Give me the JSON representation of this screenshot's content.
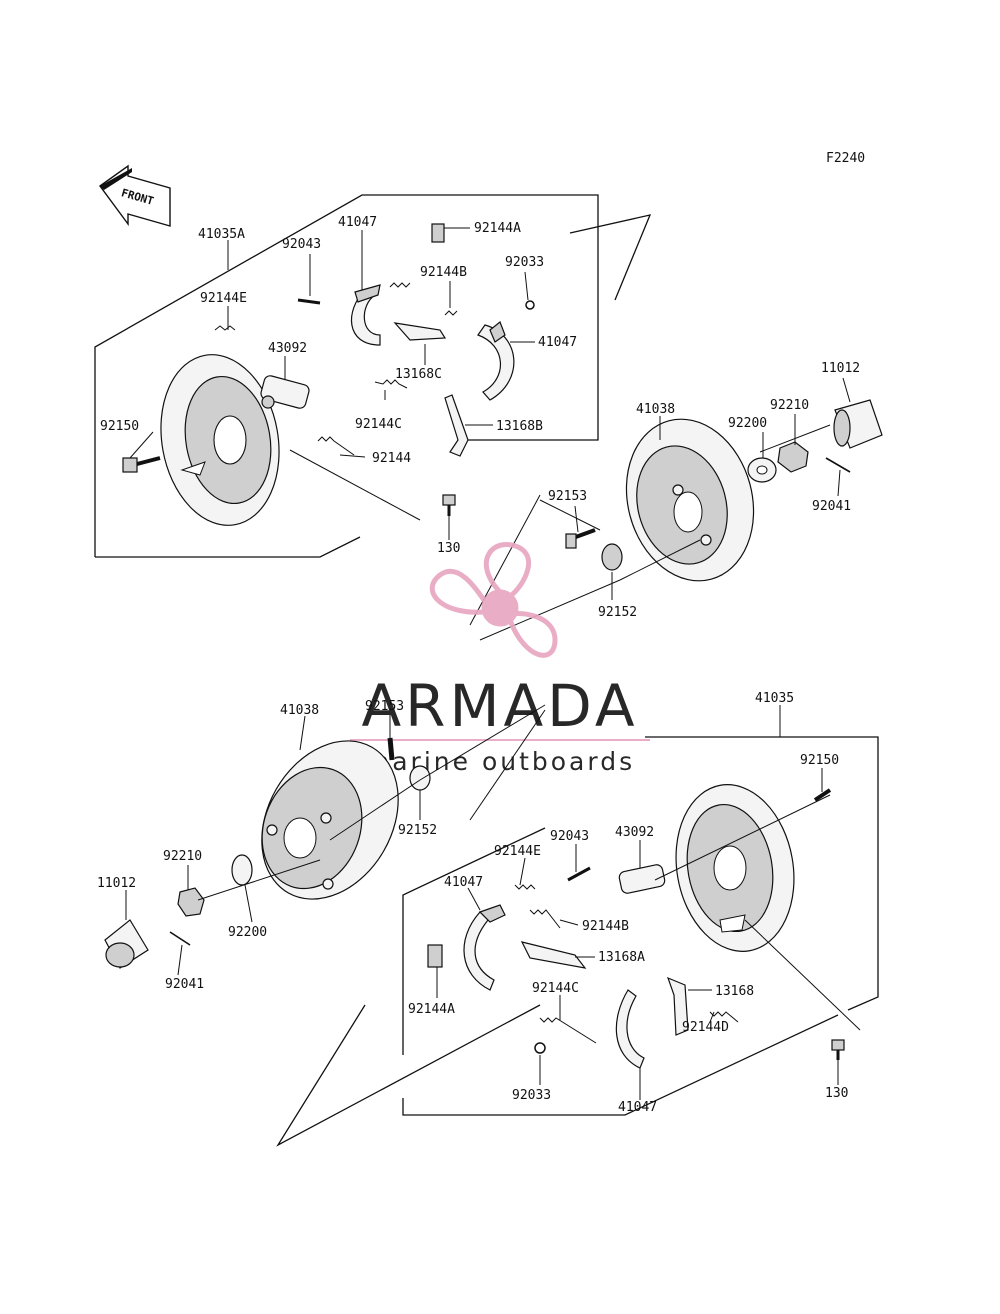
{
  "figure_code": "F2240",
  "front_label": "FRONT",
  "watermark": {
    "brand": "ARMADA",
    "tagline": "marine outboards",
    "color": "#e8a5c0",
    "text_color": "#555555"
  },
  "labels": {
    "p41035A": "41035A",
    "p41047_top": "41047",
    "p92144A_top": "92144A",
    "p92043_top": "92043",
    "p92144B_top": "92144B",
    "p92033_top": "92033",
    "p92144E_top": "92144E",
    "p43092_top": "43092",
    "p41047_top2": "41047",
    "p13168C": "13168C",
    "p92144C_top": "92144C",
    "p13168B": "13168B",
    "p92150_top": "92150",
    "p92144": "92144",
    "p41038_top": "41038",
    "p92200_top": "92200",
    "p92210_top": "92210",
    "p11012_top": "11012",
    "p92041_top": "92041",
    "p92153_top": "92153",
    "p130_top": "130",
    "p92152_top": "92152",
    "p41038_bot": "41038",
    "p92153_bot": "92153",
    "p41035": "41035",
    "p92150_bot": "92150",
    "p92152_bot": "92152",
    "p92043_bot": "92043",
    "p43092_bot": "43092",
    "p92210_bot": "92210",
    "p92144E_bot": "92144E",
    "p11012_bot": "11012",
    "p41047_bot": "41047",
    "p92200_bot": "92200",
    "p92144B_bot": "92144B",
    "p13168A": "13168A",
    "p92041_bot": "92041",
    "p92144C_bot": "92144C",
    "p13168": "13168",
    "p92144A_bot": "92144A",
    "p92144D": "92144D",
    "p92033_bot": "92033",
    "p130_bot": "130",
    "p41047_bot2": "41047"
  }
}
